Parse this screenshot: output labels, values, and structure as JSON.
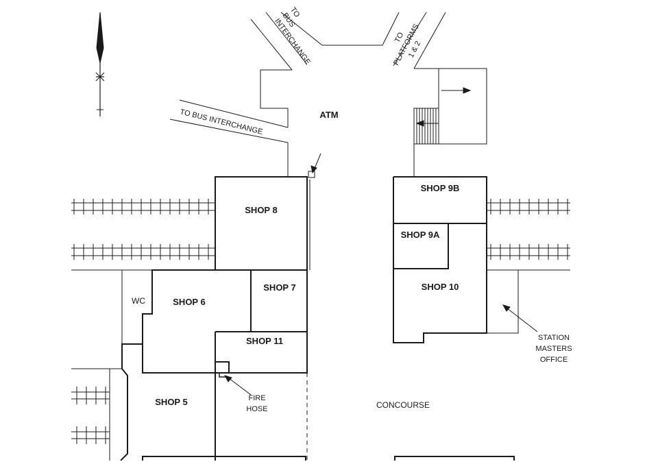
{
  "map": {
    "rooms": {
      "shop8": "SHOP 8",
      "shop7": "SHOP 7",
      "shop6": "SHOP 6",
      "shop11": "SHOP 11",
      "shop5": "SHOP 5",
      "shop9b": "SHOP 9B",
      "shop9a": "SHOP 9A",
      "shop10": "SHOP 10",
      "wc": "WC"
    },
    "labels": {
      "atm": "ATM",
      "concourse": "CONCOURSE",
      "to_bus_interchange": "TO BUS INTERCHANGE",
      "fire_hose": [
        "FIRE",
        "HOSE"
      ],
      "station_masters_office": [
        "STATION",
        "MASTERS",
        "OFFICE"
      ],
      "to_bus_diag": [
        "TO",
        "BUS",
        "INTERCHANGE"
      ],
      "to_platforms": [
        "TO",
        "PLATFORMS",
        "1 & 2"
      ]
    },
    "colors": {
      "line": "#1a1a1a",
      "background": "#ffffff"
    },
    "icons": [
      "north-arrow-icon"
    ]
  }
}
